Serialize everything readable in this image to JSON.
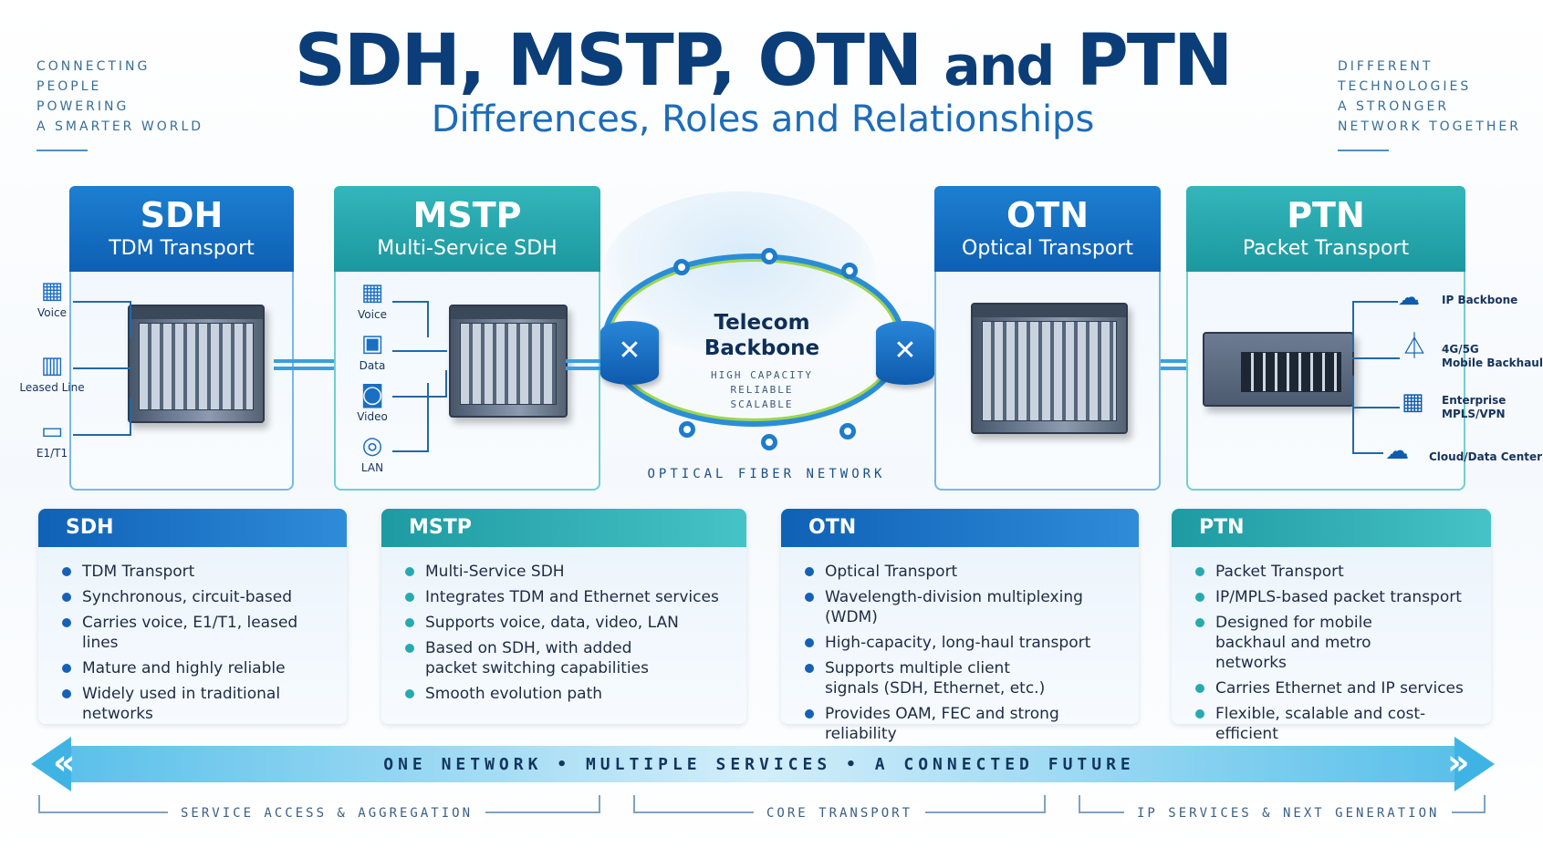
{
  "header": {
    "title_parts": [
      "SDH, MSTP, OTN ",
      "and",
      " PTN"
    ],
    "subtitle": "Differences, Roles and Relationships",
    "left_tagline": [
      "CONNECTING",
      "PEOPLE",
      "POWERING",
      "A SMARTER WORLD"
    ],
    "right_tagline": [
      "DIFFERENT",
      "TECHNOLOGIES",
      "A STRONGER",
      "NETWORK TOGETHER"
    ]
  },
  "cards": {
    "sdh": {
      "name": "SDH",
      "subtitle": "TDM Transport",
      "clients": [
        "Voice",
        "Leased Line",
        "E1/T1"
      ]
    },
    "mstp": {
      "name": "MSTP",
      "subtitle": "Multi-Service SDH",
      "clients": [
        "Voice",
        "Data",
        "Video",
        "LAN"
      ]
    },
    "otn": {
      "name": "OTN",
      "subtitle": "Optical Transport"
    },
    "ptn": {
      "name": "PTN",
      "subtitle": "Packet Transport",
      "clients": [
        "IP Backbone",
        "4G/5G\nMobile Backhaul",
        "Enterprise\nMPLS/VPN",
        "Cloud/Data Center"
      ]
    }
  },
  "backbone": {
    "title": "Telecom Backbone",
    "tags": [
      "HIGH CAPACITY",
      "RELIABLE",
      "SCALABLE"
    ],
    "fiber_label": "OPTICAL FIBER NETWORK"
  },
  "summaries": [
    {
      "name": "SDH",
      "items": [
        "TDM Transport",
        "Synchronous, circuit-based",
        "Carries voice, E1/T1, leased lines",
        "Mature and highly reliable",
        "Widely used in traditional networks"
      ]
    },
    {
      "name": "MSTP",
      "items": [
        "Multi-Service SDH",
        "Integrates TDM and Ethernet services",
        "Supports voice, data, video, LAN",
        "Based on SDH, with added packet switching capabilities",
        "Smooth evolution path"
      ]
    },
    {
      "name": "OTN",
      "items": [
        "Optical Transport",
        "Wavelength-division multiplexing (WDM)",
        "High-capacity, long-haul transport",
        "Supports multiple client signals (SDH, Ethernet, etc.)",
        "Provides OAM, FEC and strong reliability"
      ]
    },
    {
      "name": "PTN",
      "items": [
        "Packet Transport",
        "IP/MPLS-based packet transport",
        "Designed for mobile backhaul and metro networks",
        "Carries Ethernet and IP services",
        "Flexible, scalable and cost-efficient"
      ]
    }
  ],
  "footer": {
    "banner": "ONE NETWORK  •  MULTIPLE SERVICES  •  A CONNECTED FUTURE",
    "brackets": [
      "SERVICE ACCESS & AGGREGATION",
      "CORE TRANSPORT",
      "IP SERVICES & NEXT GENERATION"
    ]
  },
  "colors": {
    "blue": "#0d60b4",
    "teal": "#1c989f",
    "ring": "#2a8ed6",
    "accent_green": "#9fd648"
  },
  "icons": {
    "building": "building-icon",
    "monitor": "monitor-icon",
    "camera": "camera-icon",
    "wifi": "wifi-icon",
    "cloud": "cloud-icon",
    "tower": "antenna-tower-icon",
    "router": "router-icon"
  }
}
